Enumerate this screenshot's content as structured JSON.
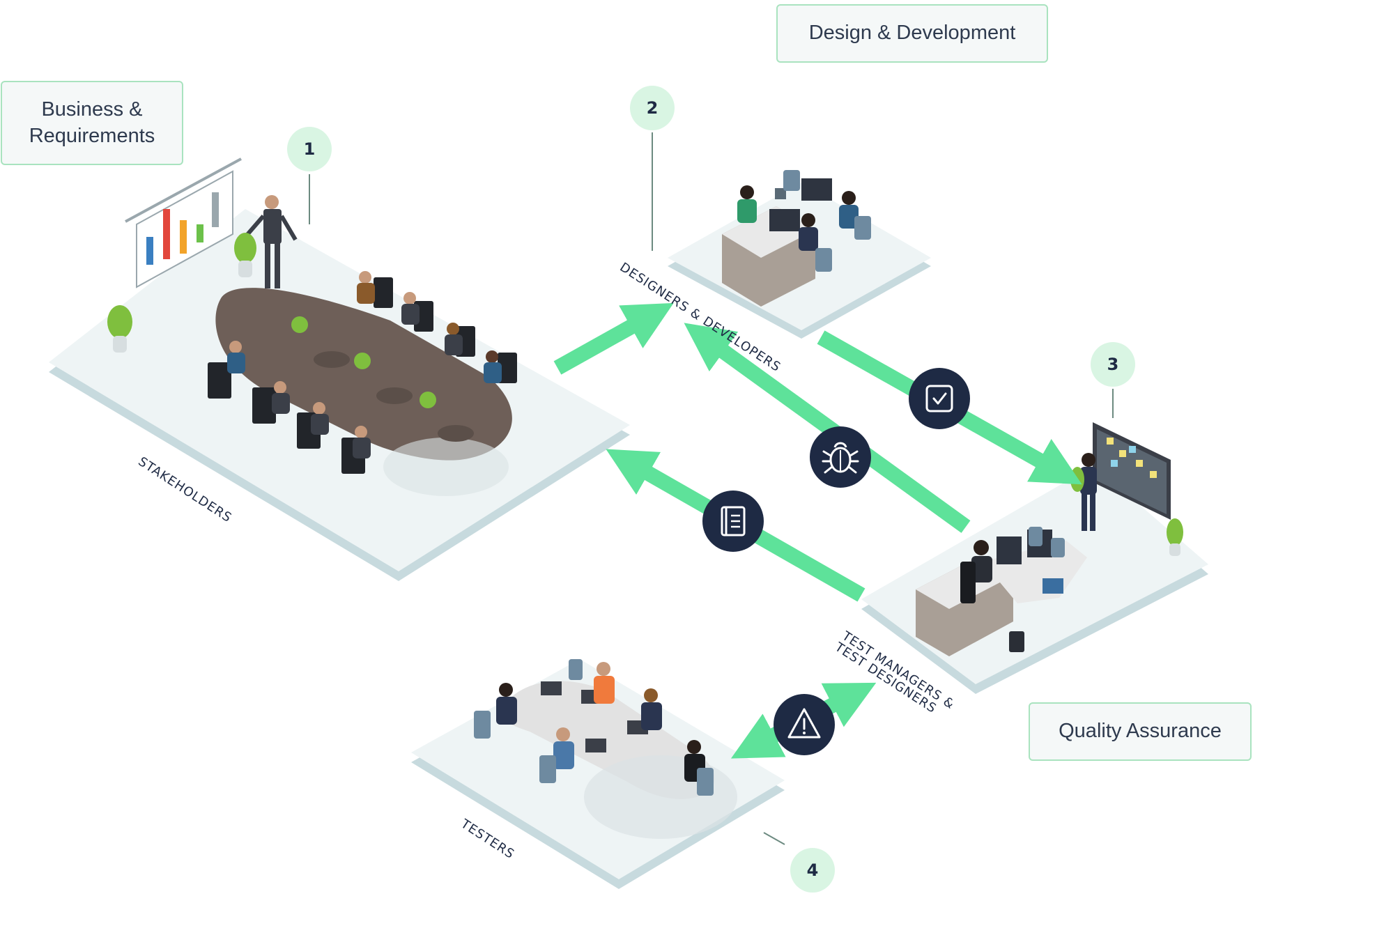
{
  "labels": {
    "business": "Business &\nRequirements",
    "design": "Design & Development",
    "qa": "Quality Assurance"
  },
  "steps": [
    "1",
    "2",
    "3",
    "4"
  ],
  "stages": {
    "stakeholders": "STAKEHOLDERS",
    "designers": "DESIGNERS & DEVELOPERS",
    "test_managers": "TEST MANAGERS &\nTEST DESIGNERS",
    "testers": "TESTERS"
  },
  "icons": {
    "checklist": "checkbox-icon",
    "bug": "bug-icon",
    "document": "book-icon",
    "warning": "warning-icon"
  },
  "colors": {
    "arrow": "#5ee29a",
    "icon_circle": "#1e2a44",
    "label_border": "#a9e3bf",
    "step_circle": "#d9f5e3",
    "platform": "#eef4f5",
    "platform_edge": "#c7dade"
  }
}
